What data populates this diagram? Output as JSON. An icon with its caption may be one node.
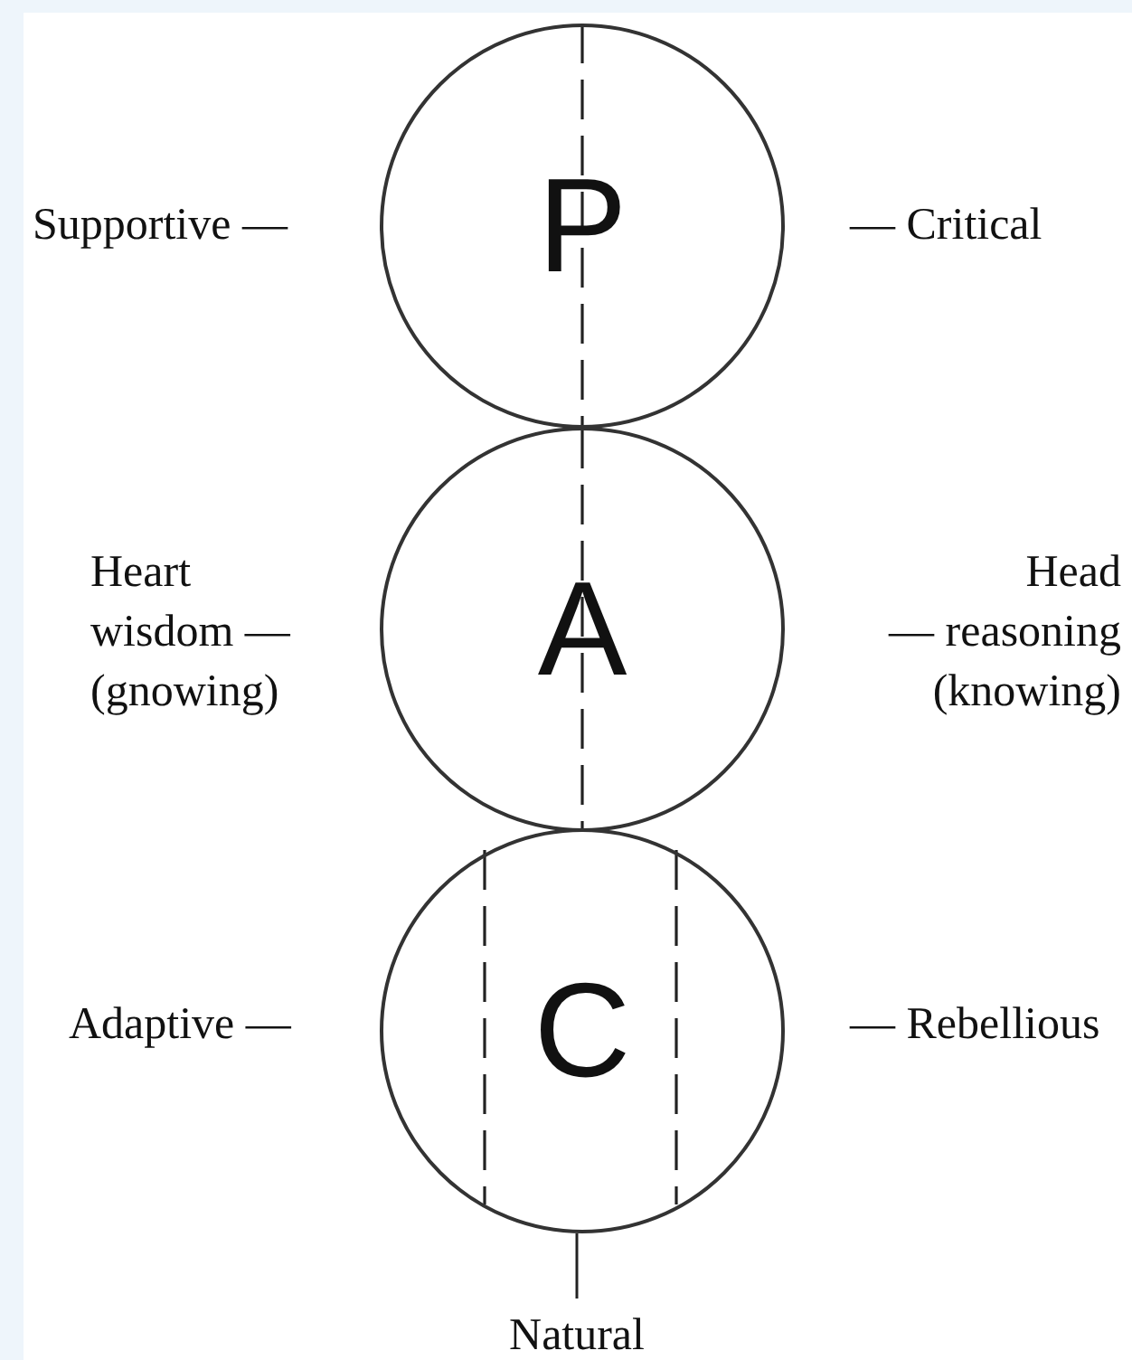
{
  "diagram": {
    "nodes": [
      {
        "text": [
          "P"
        ]
      },
      {
        "text": [
          "A"
        ]
      },
      {
        "text": [
          "C"
        ]
      },
      {
        "text": [
          "Natural"
        ]
      }
    ],
    "edges": [
      {
        "from": 3,
        "to": 2,
        "arrow": "none"
      }
    ],
    "labels": [
      "Supportive —",
      "— Critical",
      "Heart wisdom — (gnowing)",
      "Head — reasoning (knowing)",
      "Adaptive —",
      "— Rebellious"
    ]
  }
}
